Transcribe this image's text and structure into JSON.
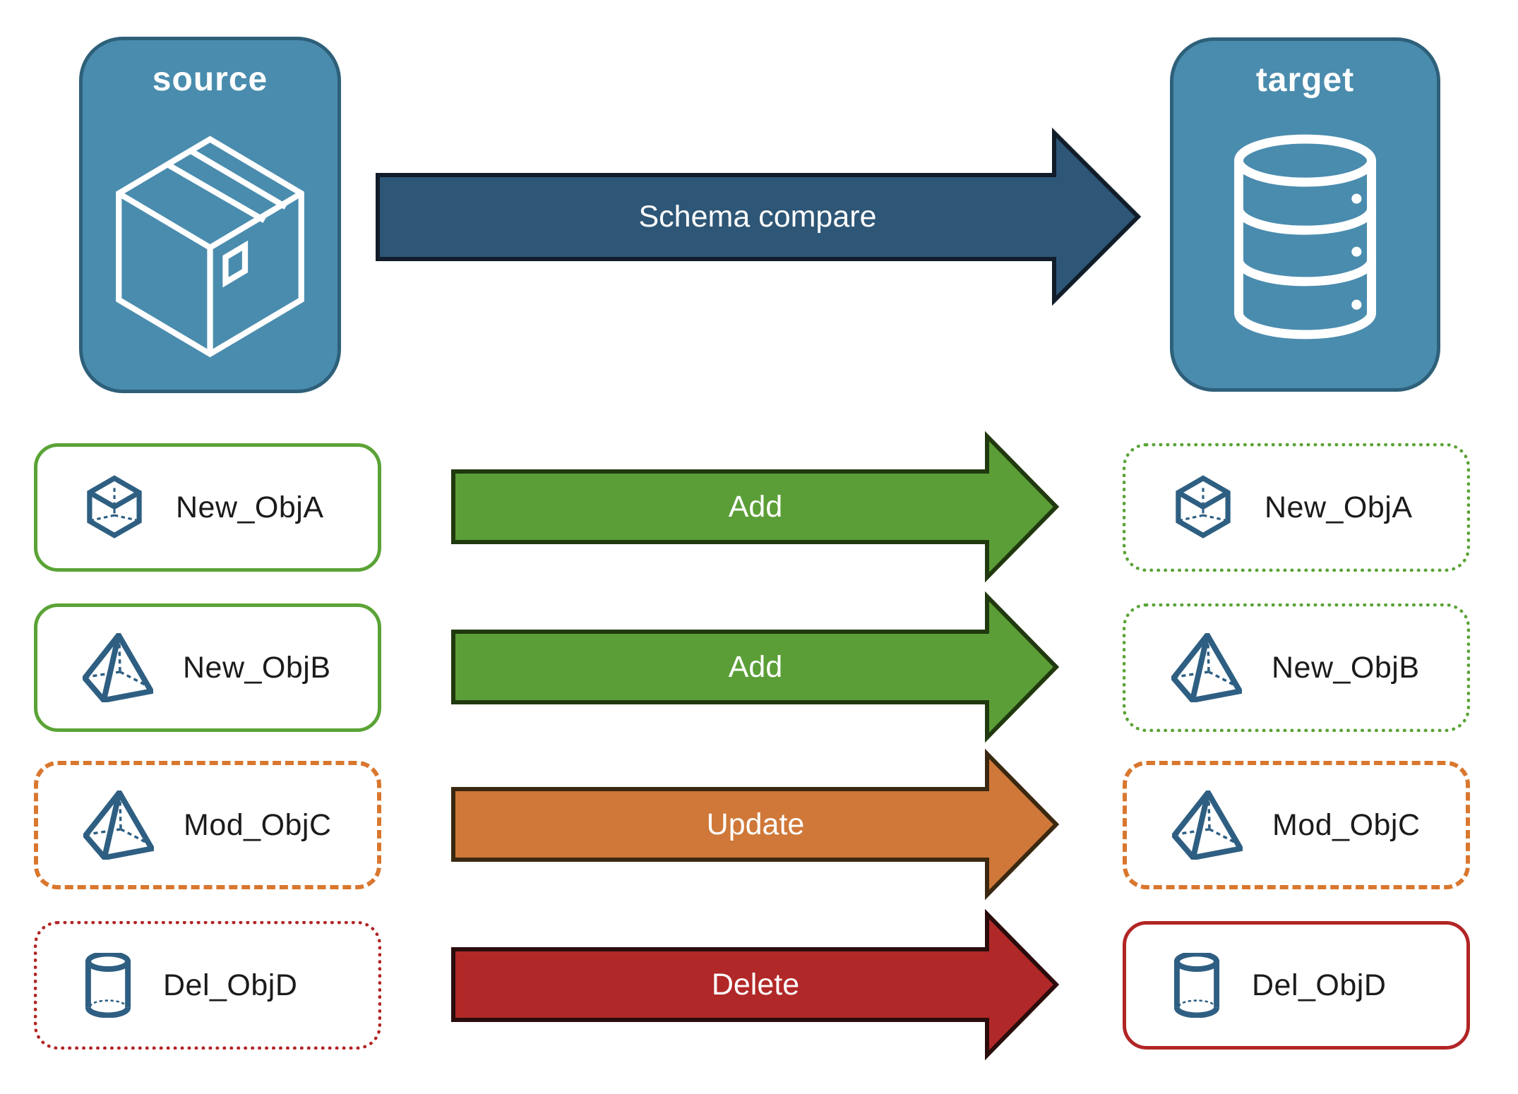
{
  "diagram": {
    "source_label": "source",
    "target_label": "target",
    "schema_arrow_label": "Schema compare",
    "source_icon": "package-box-icon",
    "target_icon": "database-icon",
    "rows": [
      {
        "name": "New_ObjA",
        "action": "Add",
        "icon": "cube-icon",
        "source_border": "solid-green",
        "target_border": "dotted-green"
      },
      {
        "name": "New_ObjB",
        "action": "Add",
        "icon": "pyramid-icon",
        "source_border": "solid-green",
        "target_border": "dotted-green"
      },
      {
        "name": "Mod_ObjC",
        "action": "Update",
        "icon": "pyramid-icon",
        "source_border": "dashed-orange",
        "target_border": "dashed-orange"
      },
      {
        "name": "Del_ObjD",
        "action": "Delete",
        "icon": "cylinder-icon",
        "source_border": "dotted-red",
        "target_border": "solid-red"
      }
    ],
    "colors": {
      "node_fill": "#4A8CAE",
      "node_border": "#2E607A",
      "schema_arrow_blue": "#2E5676",
      "add_arrow_green": "#5B9E37",
      "update_arrow_orange": "#CF7839",
      "delete_arrow_red": "#B12828",
      "green_border": "#5AA336",
      "orange_border": "#D9772E",
      "red_border": "#B22525",
      "icon_blue": "#2E5F82",
      "text_black": "#1B1B1B",
      "label_white": "#FFFFFF"
    }
  }
}
